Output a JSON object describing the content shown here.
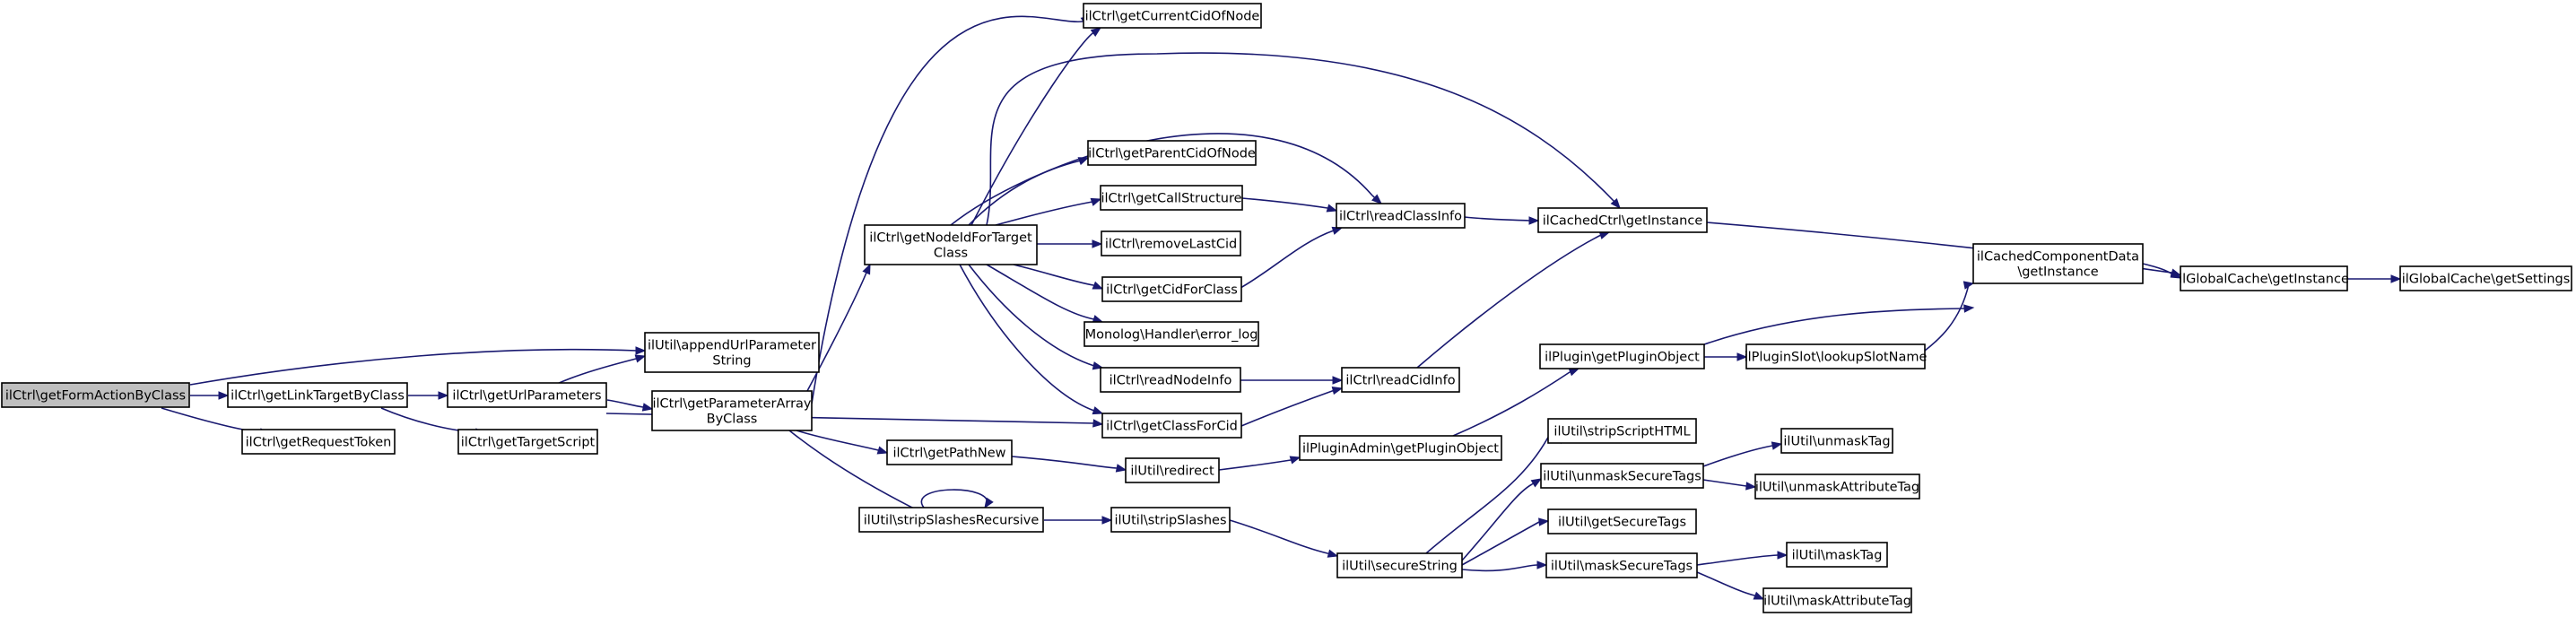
{
  "graph": {
    "colors": {
      "edge": "#191970",
      "node_fill": "#ffffff",
      "root_fill": "#bfbfbf",
      "border": "#000000"
    },
    "nodes": {
      "root": [
        "ilCtrl\\getFormActionByClass"
      ],
      "link_target": [
        "ilCtrl\\getLinkTargetByClass"
      ],
      "request_token": [
        "ilCtrl\\getRequestToken"
      ],
      "append_url": [
        "ilUtil\\appendUrlParameter",
        "String"
      ],
      "url_params": [
        "ilCtrl\\getUrlParameters"
      ],
      "target_script": [
        "ilCtrl\\getTargetScript"
      ],
      "param_array": [
        "ilCtrl\\getParameterArray",
        "ByClass"
      ],
      "node_id": [
        "ilCtrl\\getNodeIdForTarget",
        "Class"
      ],
      "path_new": [
        "ilCtrl\\getPathNew"
      ],
      "strip_rec": [
        "ilUtil\\stripSlashesRecursive"
      ],
      "current_cid": [
        "ilCtrl\\getCurrentCidOfNode"
      ],
      "parent_cid": [
        "ilCtrl\\getParentCidOfNode"
      ],
      "call_structure": [
        "ilCtrl\\getCallStructure"
      ],
      "remove_last": [
        "ilCtrl\\removeLastCid"
      ],
      "cid_for_class": [
        "ilCtrl\\getCidForClass"
      ],
      "error_log": [
        "Monolog\\Handler\\error_log"
      ],
      "read_node": [
        "ilCtrl\\readNodeInfo"
      ],
      "class_for_cid": [
        "ilCtrl\\getClassForCid"
      ],
      "redirect": [
        "ilUtil\\redirect"
      ],
      "strip_slashes": [
        "ilUtil\\stripSlashes"
      ],
      "read_class": [
        "ilCtrl\\readClassInfo"
      ],
      "read_cid": [
        "ilCtrl\\readCidInfo"
      ],
      "plugin_admin": [
        "ilPluginAdmin\\getPluginObject"
      ],
      "secure_string": [
        "ilUtil\\secureString"
      ],
      "cached_ctrl": [
        "ilCachedCtrl\\getInstance"
      ],
      "plugin_obj": [
        "ilPlugin\\getPluginObject"
      ],
      "strip_script": [
        "ilUtil\\stripScriptHTML"
      ],
      "unmask_secure": [
        "ilUtil\\unmaskSecureTags"
      ],
      "get_secure": [
        "ilUtil\\getSecureTags"
      ],
      "mask_secure": [
        "ilUtil\\maskSecureTags"
      ],
      "plugin_slot": [
        "ilPluginSlot\\lookupSlotName"
      ],
      "cached_comp": [
        "ilCachedComponentData",
        "\\getInstance"
      ],
      "unmask_tag": [
        "ilUtil\\unmaskTag"
      ],
      "unmask_attr": [
        "ilUtil\\unmaskAttributeTag"
      ],
      "mask_tag": [
        "ilUtil\\maskTag"
      ],
      "mask_attr": [
        "ilUtil\\maskAttributeTag"
      ],
      "global_cache": [
        "ilGlobalCache\\getInstance"
      ],
      "global_settings": [
        "ilGlobalCache\\getSettings"
      ]
    }
  }
}
